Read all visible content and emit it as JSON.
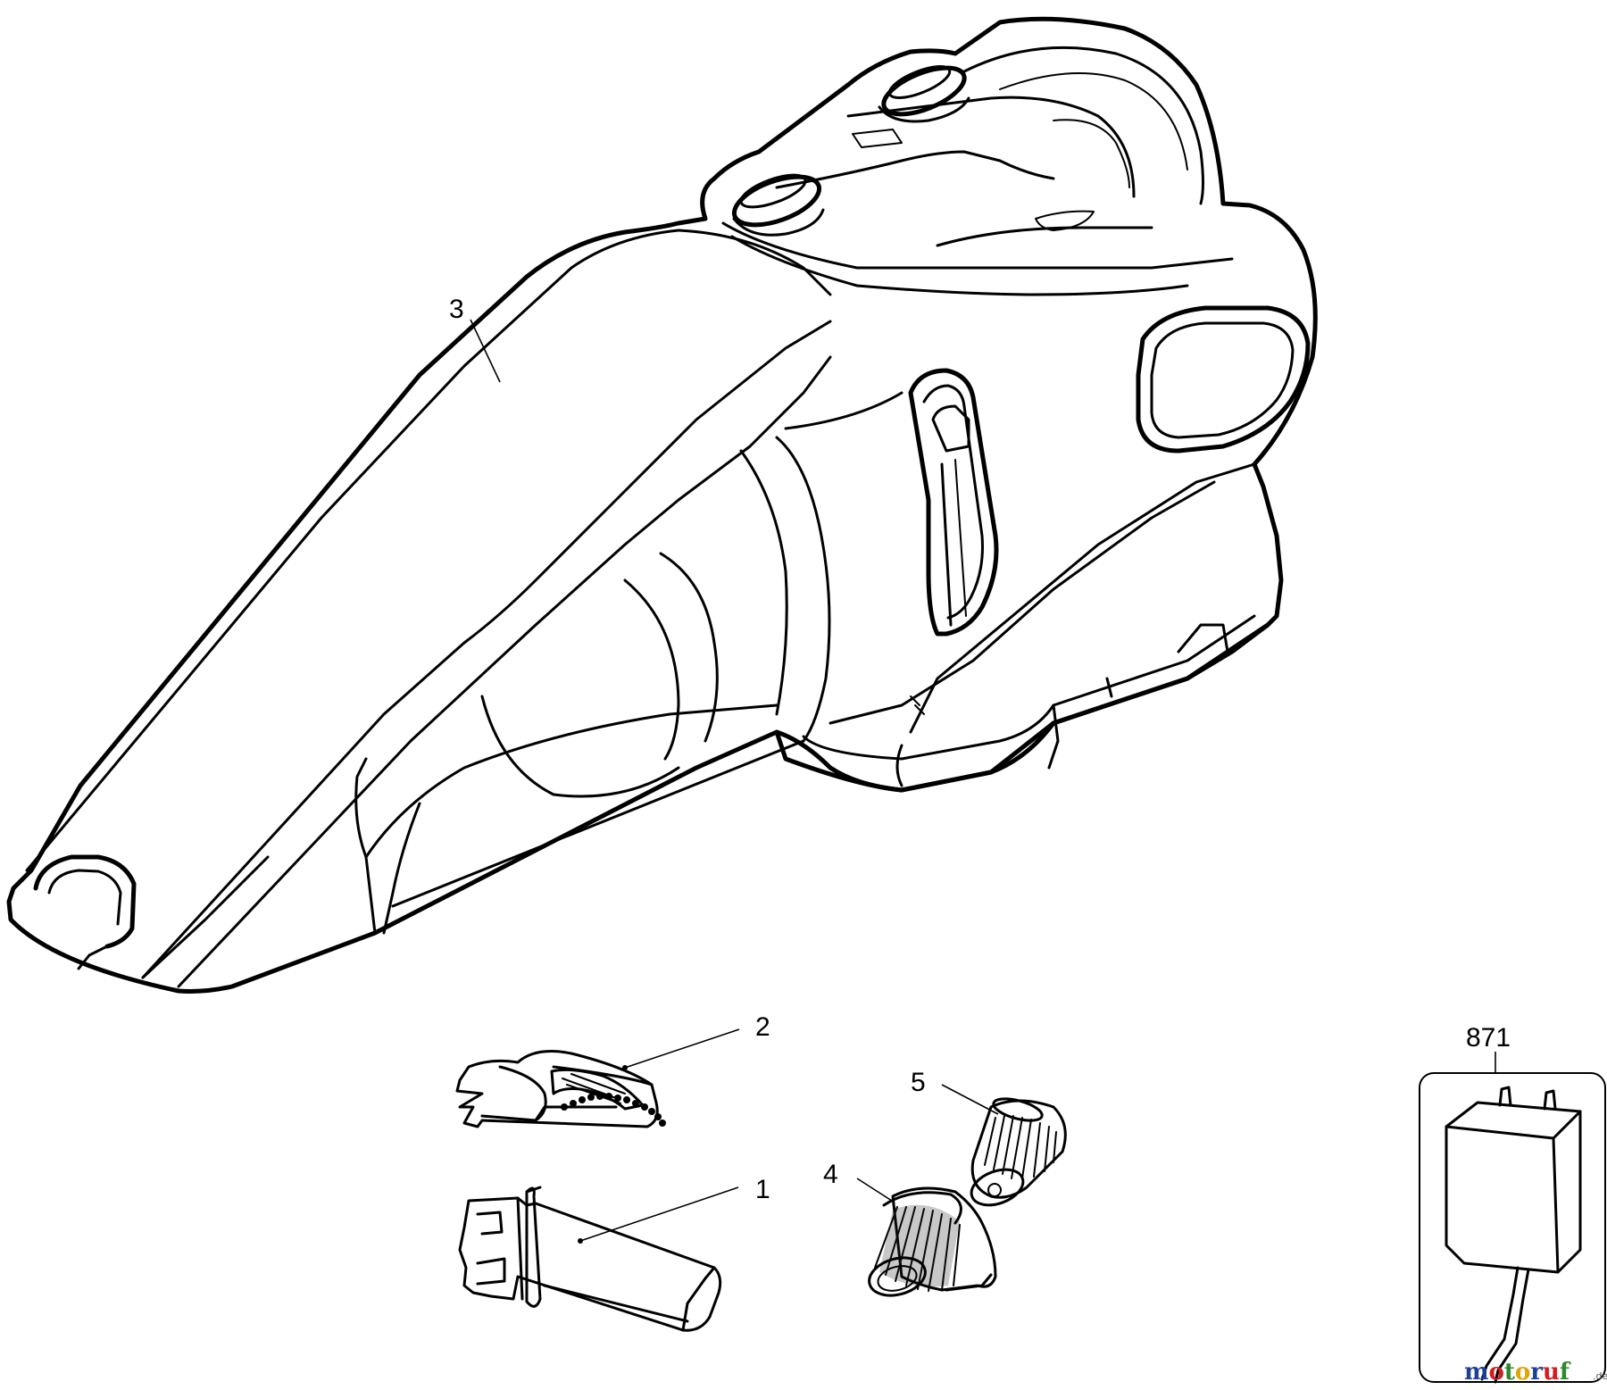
{
  "diagram": {
    "parts": [
      {
        "id": "part-3",
        "label": "3",
        "name": "vacuum body"
      },
      {
        "id": "part-2",
        "label": "2",
        "name": "brush attachment"
      },
      {
        "id": "part-1",
        "label": "1",
        "name": "crevice tool"
      },
      {
        "id": "part-5",
        "label": "5",
        "name": "filter"
      },
      {
        "id": "part-4",
        "label": "4",
        "name": "filter with holder"
      },
      {
        "id": "part-871",
        "label": "871",
        "name": "charger"
      }
    ]
  },
  "watermark": {
    "text": "motoruf",
    "suffix": ".de",
    "colors": [
      "#1b3f9a",
      "#d21e1e",
      "#2c8a2c",
      "#e2a400",
      "#1b3f9a",
      "#d21e1e",
      "#2c8a2c"
    ]
  }
}
